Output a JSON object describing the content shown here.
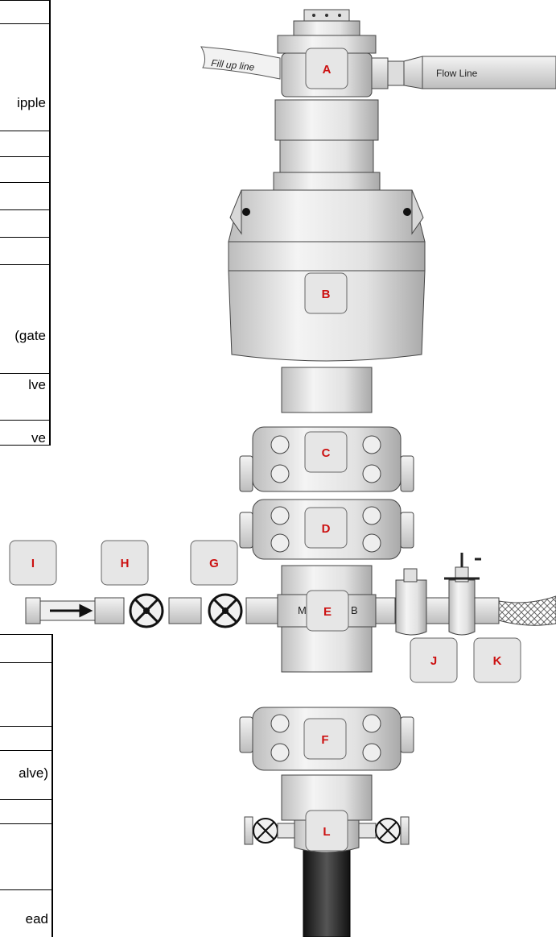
{
  "top_table": {
    "cells": [
      "ipple",
      "(gate",
      "lve",
      "ve"
    ]
  },
  "bottom_table": {
    "cells": [
      "alve)",
      "ead"
    ]
  },
  "diagram": {
    "fill_up_line": "Fill up line",
    "flow_line": "Flow Line",
    "mud_cross_partial": [
      "M",
      "B"
    ],
    "labels": [
      "A",
      "B",
      "C",
      "D",
      "E",
      "F",
      "G",
      "H",
      "I",
      "J",
      "K",
      "L"
    ]
  },
  "colors": {
    "component_fill": "#e8e8e8",
    "component_stroke": "#4a4a4a",
    "label_text": "#cc1111",
    "pipe_dark": "#333333"
  }
}
